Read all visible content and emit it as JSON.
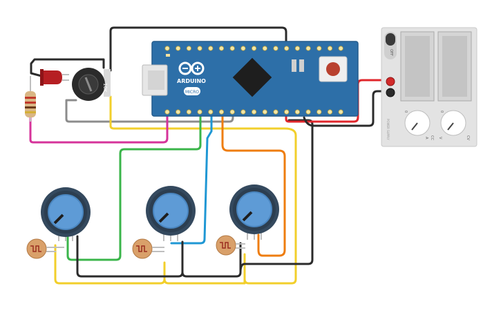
{
  "board": {
    "brand": "ARDUINO",
    "model": "MICRO"
  },
  "trimpot": {
    "label": "10K"
  },
  "power_supply": {
    "switch_label": "OFF",
    "knob_left_caption": "A",
    "knob_left_cc": "CC",
    "knob_right_caption": "V",
    "knob_right_cv": "CV",
    "knob_left_min": "0",
    "knob_right_min": "0",
    "side_label": "POWER SUPPLY"
  },
  "wires": {
    "colors": {
      "black": "#2b2b2b",
      "gray": "#8c8c8c",
      "yellow": "#f2cf2b",
      "green": "#3ab54a",
      "blue": "#1f97d4",
      "orange": "#ee7d0f",
      "magenta": "#d6339a",
      "red": "#e0262b"
    }
  },
  "components": {
    "led_color": "#b61f23",
    "potentiometer_knob_color": "#5e9bd6",
    "board_color": "#2d6fa8"
  }
}
